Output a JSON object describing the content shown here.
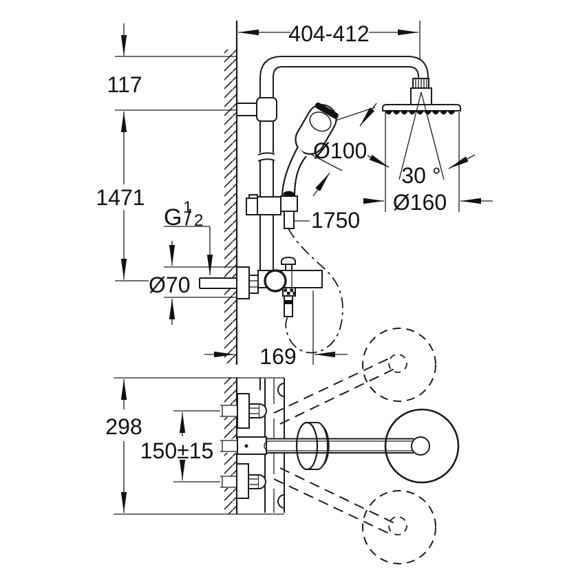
{
  "drawing": {
    "kind": "shower-system-installation-diagram",
    "colors": {
      "line": "#1a1a1a",
      "background": "#ffffff",
      "text": "#111111"
    },
    "labels": {
      "top_width": "404-412",
      "arm_offset": "117",
      "rail_height": "1471",
      "thread": {
        "prefix": "G",
        "numerator": "1",
        "slash": "/",
        "denominator": "2"
      },
      "escutcheon_diameter": "Ø70",
      "hand_shower_diameter": "Ø100",
      "spray_angle": "30 °",
      "head_shower_diameter": "Ø160",
      "hose_length": "1750",
      "spout_projection": "169",
      "body_height": "298",
      "inlet_spacing": "150±15"
    }
  }
}
